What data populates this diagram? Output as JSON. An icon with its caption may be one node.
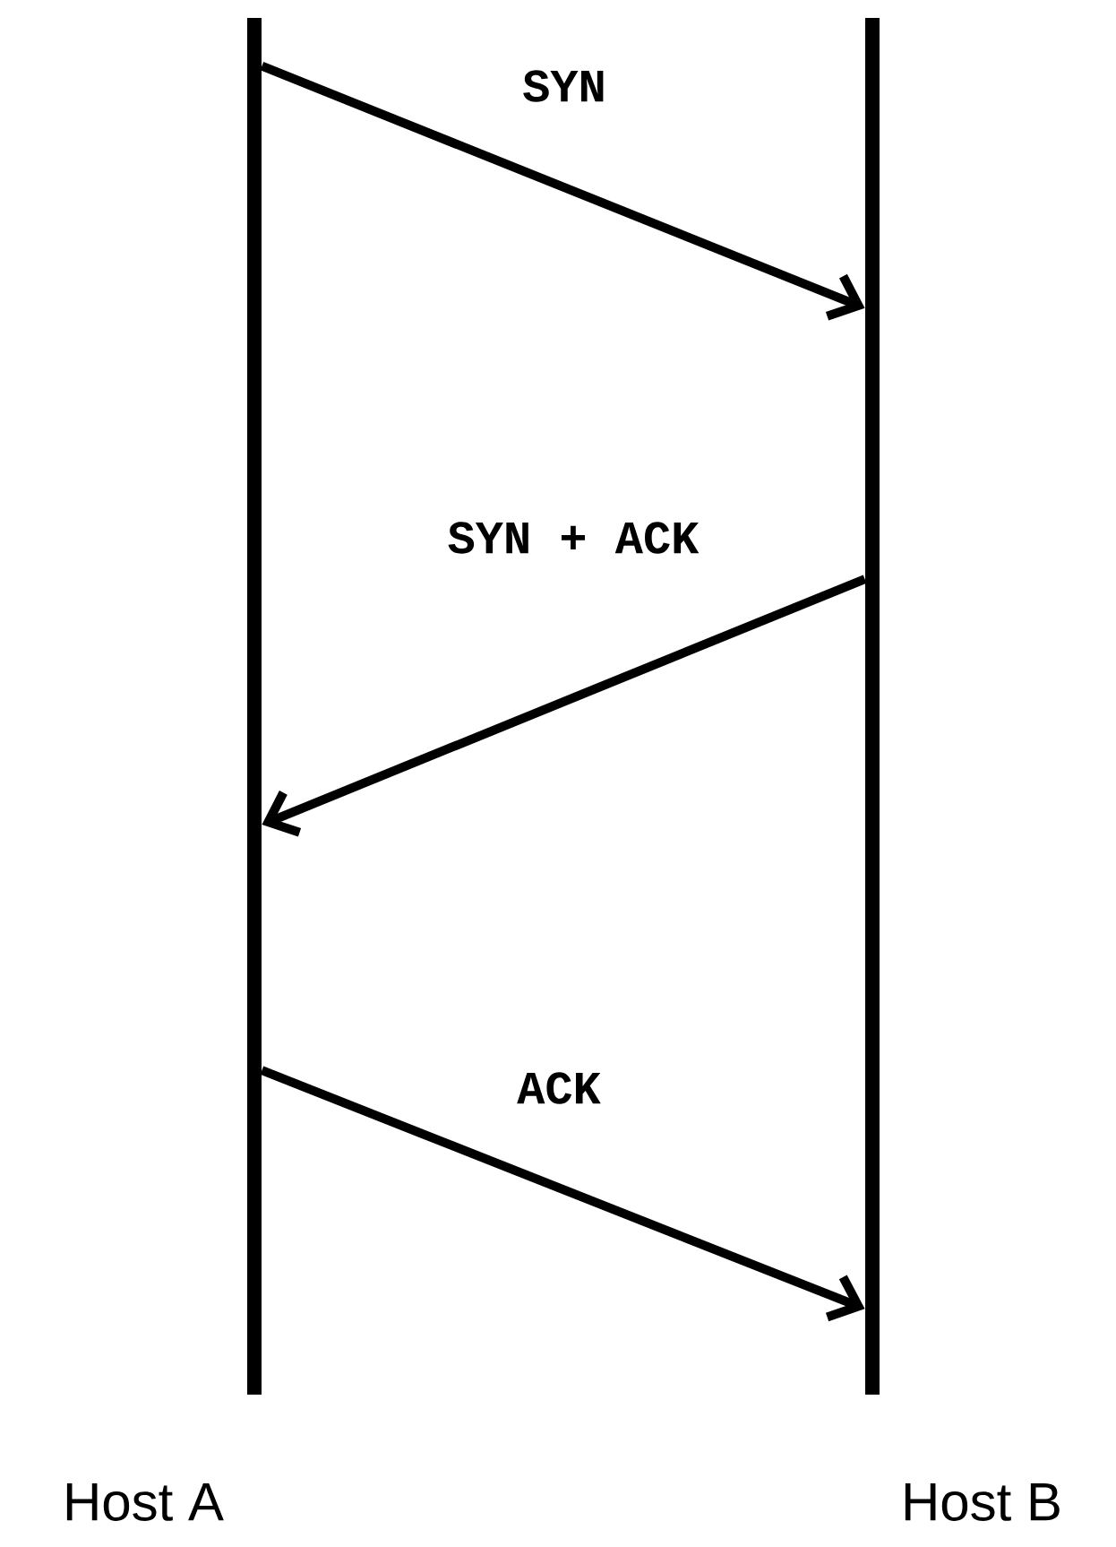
{
  "diagram": {
    "nodes": [
      {
        "text": [
          "Host A"
        ]
      },
      {
        "text": [
          "Host B"
        ]
      }
    ],
    "edges": [
      {
        "from": 0,
        "to": 1,
        "arrow": "to",
        "label": "SYN"
      },
      {
        "from": 1,
        "to": 0,
        "arrow": "to",
        "label": "SYN + ACK"
      },
      {
        "from": 0,
        "to": 1,
        "arrow": "to",
        "label": "ACK"
      }
    ]
  }
}
